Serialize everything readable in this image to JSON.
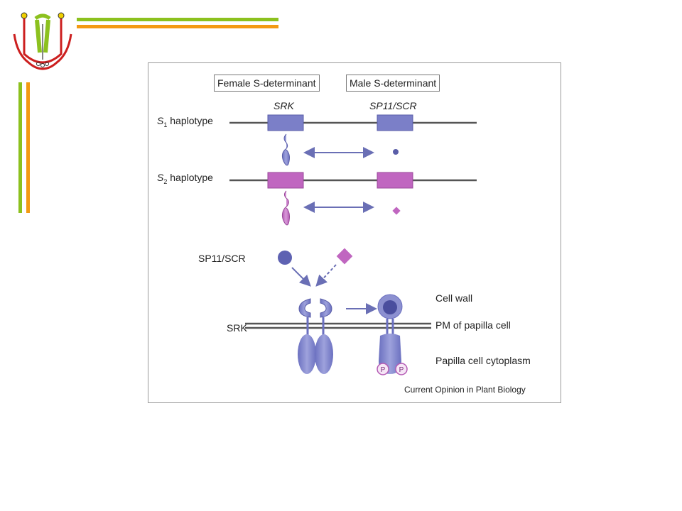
{
  "labels": {
    "female_determinant": "Female S-determinant",
    "male_determinant": "Male S-determinant",
    "gene_srk": "SRK",
    "gene_sp11": "SP11/SCR",
    "haplotype1_prefix": "S",
    "haplotype1_sub": "1",
    "haplotype1_suffix": " haplotype",
    "haplotype2_prefix": "S",
    "haplotype2_sub": "2",
    "haplotype2_suffix": " haplotype",
    "ligand": "SP11/SCR",
    "receptor": "SRK",
    "cell_wall": "Cell wall",
    "plasma_membrane": "PM of papilla cell",
    "cytoplasm": "Papilla cell cytoplasm",
    "phospho_left": "P",
    "phospho_right": "P",
    "credit": "Current Opinion in Plant Biology"
  },
  "colors": {
    "bar_green": "#8cc11e",
    "bar_orange": "#f39a12",
    "s1_blue": "#7b7fc8",
    "s2_magenta": "#c066c0",
    "line_gray": "#555555",
    "logo_red": "#cc1f1f"
  },
  "icons": {
    "logo": "flower-pistil-logo"
  }
}
